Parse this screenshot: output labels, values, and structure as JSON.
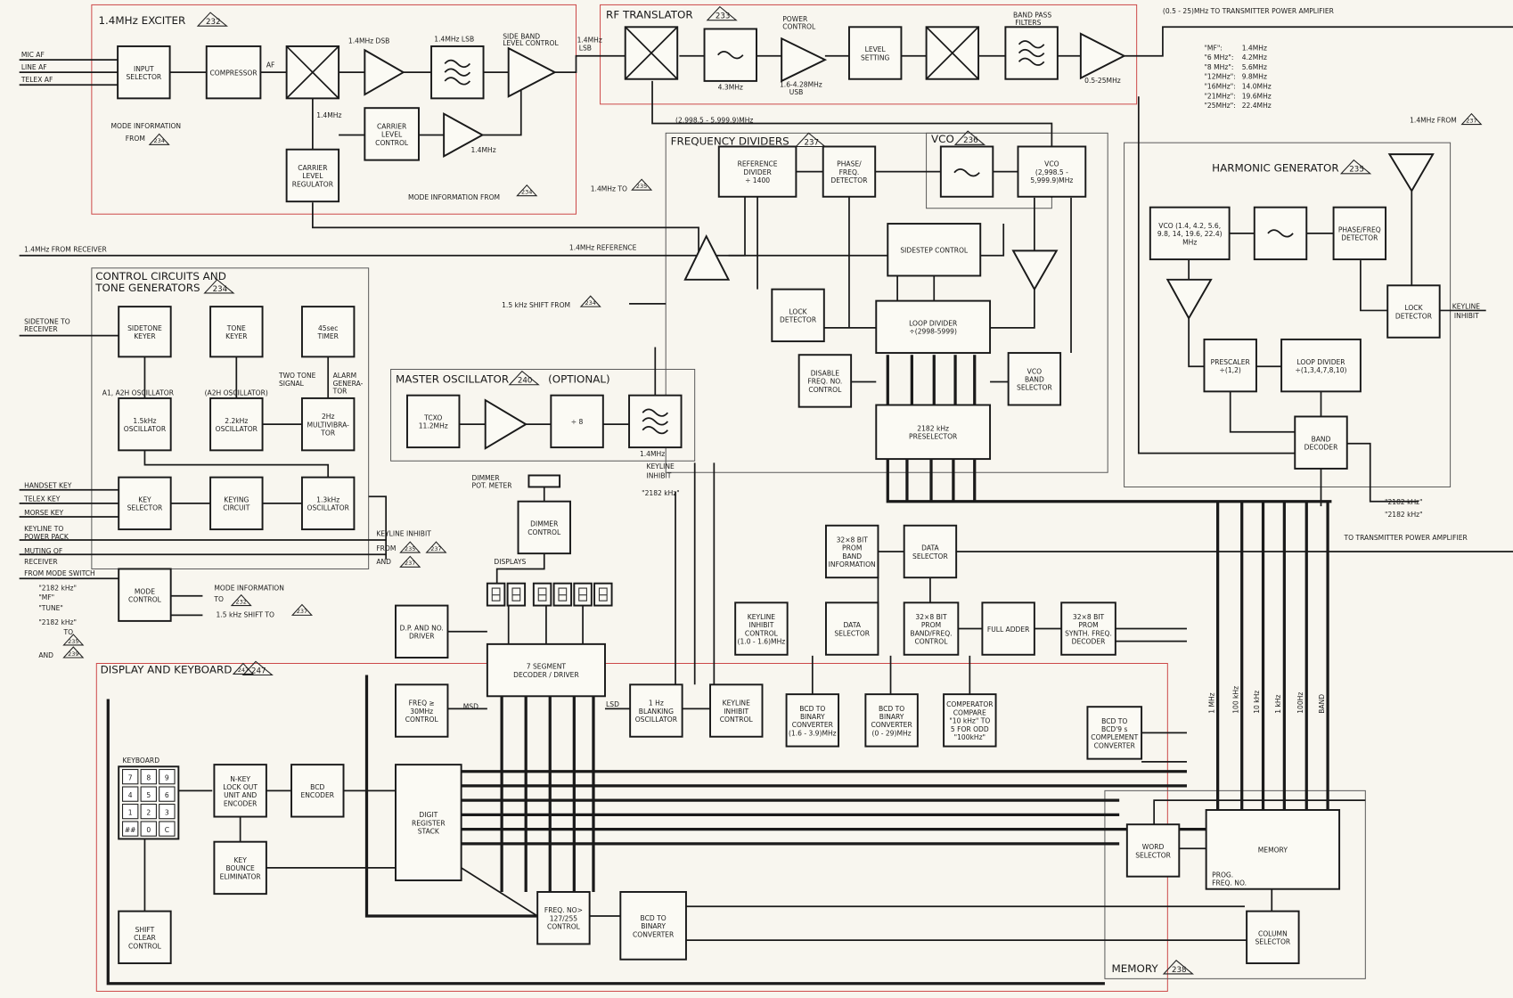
{
  "sections": {
    "exciter": {
      "title": "1.4MHz  EXCITER",
      "num": "232"
    },
    "rf_translator": {
      "title": "RF TRANSLATOR",
      "num": "233"
    },
    "frequency_dividers": {
      "title": "FREQUENCY DIVIDERS",
      "num": "237"
    },
    "vco": {
      "title": "VCO",
      "num": "236"
    },
    "harmonic_generator": {
      "title": "HARMONIC GENERATOR",
      "num": "235"
    },
    "control_circuits": {
      "title1": "CONTROL CIRCUITS AND",
      "title2": "TONE GENERATORS",
      "num": "234"
    },
    "master_oscillator": {
      "title": "MASTER OSCILLATOR",
      "num": "240",
      "note": "(OPTIONAL)"
    },
    "display_keyboard": {
      "title": "DISPLAY  AND  KEYBOARD",
      "num": "247"
    },
    "memory": {
      "title": "MEMORY",
      "num": "238"
    }
  },
  "blocks": {
    "input_selector": [
      "INPUT",
      "SELECTOR"
    ],
    "compressor": [
      "COMPRESSOR"
    ],
    "carrier_level_control": [
      "CARRIER",
      "LEVEL",
      "CONTROL"
    ],
    "carrier_level_regulator": [
      "CARRIER",
      "LEVEL",
      "REGULATOR"
    ],
    "level_setting": [
      "LEVEL",
      "SETTING"
    ],
    "reference_divider": [
      "REFERENCE",
      "DIVIDER",
      "÷ 1400"
    ],
    "phase_freq_detector": [
      "PHASE/",
      "FREQ.",
      "DETECTOR"
    ],
    "vco_main": [
      "VCO",
      "(2,998.5 -",
      "5,999.9)MHz"
    ],
    "sidestep_control": [
      "SIDESTEP CONTROL"
    ],
    "lock_detector": [
      "LOCK",
      "DETECTOR"
    ],
    "loop_divider": [
      "LOOP DIVIDER",
      "÷(2998-5999)"
    ],
    "disable_freq_no_control": [
      "DISABLE",
      "FREQ. NO.",
      "CONTROL"
    ],
    "vco_band_selector": [
      "VCO",
      "BAND",
      "SELECTOR"
    ],
    "preselector_2182": [
      "2182 kHz",
      "PRESELECTOR"
    ],
    "hg_vco": [
      "VCO (1.4, 4.2, 5.6,",
      "9.8, 14, 19.6, 22.4)",
      "MHz"
    ],
    "hg_phase_freq_detector": [
      "PHASE/FREQ",
      "DETECTOR"
    ],
    "hg_lock_detector": [
      "LOCK",
      "DETECTOR"
    ],
    "prescaler": [
      "PRESCALER",
      "÷(1,2)"
    ],
    "hg_loop_divider": [
      "LOOP DIVIDER",
      "÷(1,3,4,7,8,10)"
    ],
    "band_decoder": [
      "BAND",
      "DECODER"
    ],
    "tcxo": [
      "TCXO",
      "11.2MHz"
    ],
    "divide_by_8": [
      "÷ 8"
    ],
    "sidetone_keyer": [
      "SIDETONE",
      "KEYER"
    ],
    "tone_keyer": [
      "TONE",
      "KEYER"
    ],
    "timer_45sec": [
      "45sec",
      "TIMER"
    ],
    "osc_1_5khz": [
      "1.5kHz",
      "OSCILLATOR"
    ],
    "osc_2_2khz": [
      "2.2kHz",
      "OSCILLATOR"
    ],
    "multivibrator_2hz": [
      "2Hz",
      "MULTIVIBRA-",
      "TOR"
    ],
    "key_selector": [
      "KEY",
      "SELECTOR"
    ],
    "keying_circuit": [
      "KEYING",
      "CIRCUIT"
    ],
    "osc_1_3khz": [
      "1.3kHz",
      "OSCILLATOR"
    ],
    "mode_control": [
      "MODE",
      "CONTROL"
    ],
    "dimmer_control": [
      "DIMMER",
      "CONTROL"
    ],
    "seven_segment_decoder": [
      "7 SEGMENT",
      "DECODER / DRIVER"
    ],
    "dp_no_driver": [
      "D.P. AND NO.",
      "DRIVER"
    ],
    "freq_30mhz_control": [
      "FREQ ≥",
      "30MHz",
      "CONTROL"
    ],
    "blanking_oscillator": [
      "1 Hz",
      "BLANKING",
      "OSCILLATOR"
    ],
    "keyline_inhibit_control_lower": [
      "KEYLINE",
      "INHIBIT",
      "CONTROL"
    ],
    "keyline_inhibit_control_upper": [
      "KEYLINE",
      "INHIBIT",
      "CONTROL",
      "(1.0 - 1.6)MHz"
    ],
    "prom_band_info": [
      "32×8 BIT",
      "PROM",
      "BAND",
      "INFORMATION"
    ],
    "data_selector_top": [
      "DATA",
      "SELECTOR"
    ],
    "data_selector": [
      "DATA",
      "SELECTOR"
    ],
    "prom_band_freq_control": [
      "32×8 BIT",
      "PROM",
      "BAND/FREQ.",
      "CONTROL"
    ],
    "full_adder": [
      "FULL ADDER"
    ],
    "prom_synth_freq_decoder": [
      "32×8 BIT",
      "PROM",
      "SYNTH. FREQ.",
      "DECODER"
    ],
    "bcd_binary_1": [
      "BCD  TO",
      "BINARY",
      "CONVERTER",
      "(1.6 - 3.9)MHz"
    ],
    "bcd_binary_2": [
      "BCD  TO",
      "BINARY",
      "CONVERTER",
      "(0 - 29)MHz"
    ],
    "comparator": [
      "COMPERATOR",
      "COMPARE",
      "\"10 kHz\" TO",
      "5 FOR ODD",
      "\"100kHz\""
    ],
    "bcd_complement": [
      "BCD  TO",
      "BCD'9 s",
      "COMPLEMENT",
      "CONVERTER"
    ],
    "n_key_lockout": [
      "N-KEY",
      "LOCK OUT",
      "UNIT AND",
      "ENCODER"
    ],
    "bcd_encoder": [
      "BCD",
      "ENCODER"
    ],
    "key_bounce_eliminator": [
      "KEY",
      "BOUNCE",
      "ELIMINATOR"
    ],
    "digit_register_stack": [
      "DIGIT",
      "REGISTER",
      "STACK"
    ],
    "shift_clear_control": [
      "SHIFT",
      "CLEAR",
      "CONTROL"
    ],
    "freq_no_control": [
      "FREQ. NO>",
      "127/255",
      "CONTROL"
    ],
    "bcd_binary_3": [
      "BCD  TO",
      "BINARY",
      "CONVERTER"
    ],
    "word_selector": [
      "WORD",
      "SELECTOR"
    ],
    "memory": [
      "MEMORY"
    ],
    "column_selector": [
      "COLUMN",
      "SELECTOR"
    ]
  },
  "keyboard": {
    "title": "KEYBOARD",
    "keys": [
      "7",
      "8",
      "9",
      "4",
      "5",
      "6",
      "1",
      "2",
      "3",
      "##",
      "0",
      "C"
    ]
  },
  "labels": {
    "mic_af": "MIC AF",
    "line_af": "LINE AF",
    "telex_af": "TELEX AF",
    "af": "AF",
    "dsb": "1.4MHz DSB",
    "lsb": "1.4MHz LSB",
    "sb_level": "SIDE BAND",
    "sb_level2": "LEVEL CONTROL",
    "lsb_out": "1.4MHz",
    "lsb_out2": "LSB",
    "mhz14a": "1.4MHz",
    "mhz14b": "1.4MHz",
    "mode_info1": "MODE INFORMATION",
    "mode_info2": "FROM",
    "mode_info_from": "MODE INFORMATION  FROM",
    "mhz43": "4.3MHz",
    "power_control": "POWER",
    "power_control2": "CONTROL",
    "usb": "1.6-4.28MHz",
    "usb2": "USB",
    "bpf": "BAND PASS",
    "bpf2": "FILTERS",
    "amp_range": "0.5-25MHz",
    "to_tx": "(0.5 - 25)MHz TO TRANSMITTER POWER AMPLIFIER",
    "vco_range": "(2,998.5 - 5,999.9)MHz",
    "to_235": "1.4MHz  TO",
    "from_receiver": "1.4MHz FROM RECEIVER",
    "ref_14": "1.4MHz REFERENCE",
    "shift_from": "1.5 kHz  SHIFT  FROM",
    "from_237": "1.4MHz  FROM",
    "keyline_inhibit": "KEYLINE",
    "keyline_inhibit2": "INHIBIT",
    "khz2182_in": "\"2182 kHz\"",
    "sidetone": "SIDETONE  TO",
    "receiver": "RECEIVER",
    "a1a2h": "A1, A2H OSCILLATOR",
    "a2h": "(A2H OSCILLATOR)",
    "two_tone": "TWO TONE",
    "signal": "SIGNAL",
    "alarm": "ALARM",
    "generator": "GENERA-",
    "tor": "TOR",
    "handset_key": "HANDSET KEY",
    "telex_key": "TELEX  KEY",
    "morse_key": "MORSE  KEY",
    "keyline_pp": "KEYLINE  TO",
    "power_pack": "POWER  PACK",
    "muting": "MUTING  OF",
    "receiver2": "RECEIVER",
    "from_mode": "FROM MODE SWITCH",
    "k2182": "\"2182 kHz\"",
    "mf": "\"MF\"",
    "tune": "\"TUNE\"",
    "k2182to": "\"2182 kHz\"",
    "to": "TO",
    "and": "AND",
    "mode_info_to": "MODE INFORMATION",
    "to232": "TO",
    "shift_to": "1.5 kHz  SHIFT  TO",
    "ki_from": "KEYLINE  INHIBIT",
    "ki_from2": "FROM",
    "ki_and": "AND",
    "keyline_mo": "KEYLINE",
    "inhibit_mo": "INHIBIT",
    "k2182_mo": "\"2182 kHz\"",
    "mhz14_mo": "1.4MHz",
    "dimmer": "DIMMER",
    "pot": "POT. METER",
    "displays": "DISPLAYS",
    "msd": "MSD",
    "lsd": "LSD",
    "to_tx2": "TO TRANSMITTER POWER AMPLIFIER",
    "k2182_hg": "\"2182 kHz\"",
    "b1mhz": "1 MHz",
    "b100k": "100 kHz",
    "b10k": "10 kHz",
    "b1k": "1 kHz",
    "b100": "100Hz",
    "band": "BAND",
    "prog": "PROG.",
    "freqno": "FREQ. NO."
  },
  "ref_numbers": {
    "r234a": "234",
    "r234b": "234",
    "r235": "235",
    "r234c": "234",
    "r237a": "237",
    "r235b": "235",
    "r237b": "237",
    "r239": "239",
    "r232": "232",
    "r237c": "237",
    "r235c": "235",
    "r237d": "237",
    "r247": "247"
  },
  "freq_table": [
    {
      "band": "\"MF\":",
      "freq": "1.4MHz"
    },
    {
      "band": "\"6 MHz\":",
      "freq": "4.2MHz"
    },
    {
      "band": "\"8 MHz\":",
      "freq": "5.6MHz"
    },
    {
      "band": "\"12MHz\":",
      "freq": "9.8MHz"
    },
    {
      "band": "\"16MHz\":",
      "freq": "14.0MHz"
    },
    {
      "band": "\"21MHz\":",
      "freq": "19.6MHz"
    },
    {
      "band": "\"25MHz\":",
      "freq": "22.4MHz"
    }
  ]
}
